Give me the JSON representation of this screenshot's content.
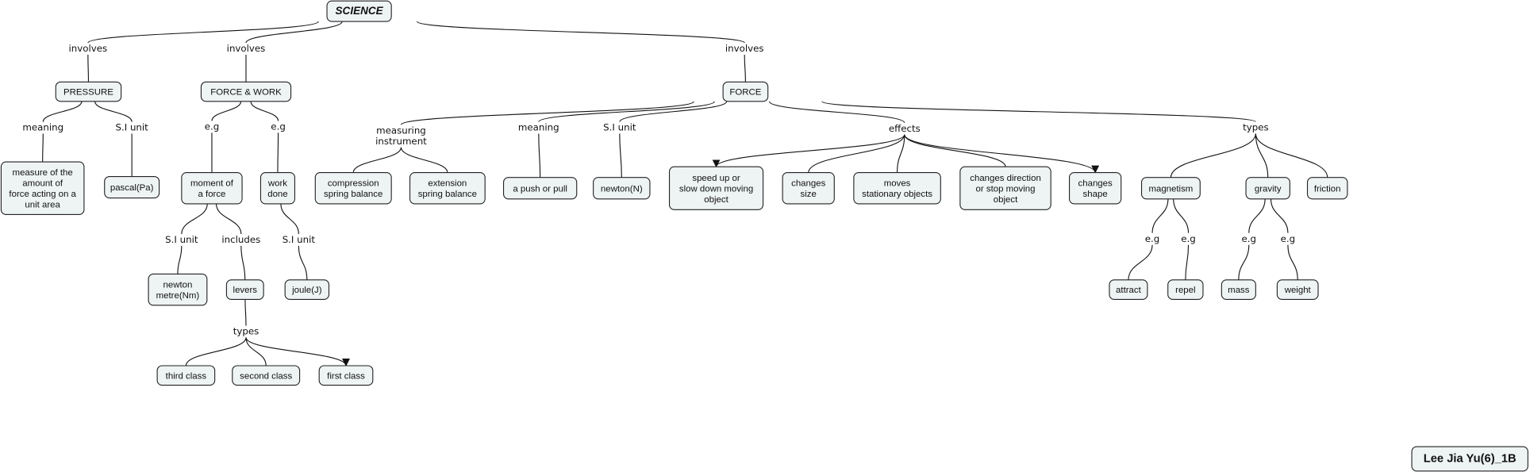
{
  "title": "SCIENCE",
  "author": "Lee Jia Yu(6)_1B",
  "nodes": {
    "science": [
      "SCIENCE"
    ],
    "pressure": [
      "PRESSURE"
    ],
    "forcework": [
      "FORCE & WORK"
    ],
    "force": [
      "FORCE"
    ],
    "pmeaning": [
      "measure of the",
      "amount of",
      "force acting on a",
      "unit area"
    ],
    "pascal": [
      "pascal(Pa)"
    ],
    "moment": [
      "moment of",
      "a force"
    ],
    "work": [
      "work",
      "done"
    ],
    "nm": [
      "newton",
      "metre(Nm)"
    ],
    "levers": [
      "levers"
    ],
    "joule": [
      "joule(J)"
    ],
    "third": [
      "third class"
    ],
    "second": [
      "second class"
    ],
    "first": [
      "first class"
    ],
    "compression": [
      "compression",
      "spring balance"
    ],
    "extension": [
      "extension",
      "spring balance"
    ],
    "push": [
      "a push or pull"
    ],
    "newton": [
      "newton(N)"
    ],
    "speed": [
      "speed up or",
      "slow down moving",
      "object"
    ],
    "size": [
      "changes",
      "size"
    ],
    "moves": [
      "moves",
      "stationary objects"
    ],
    "direction": [
      "changes direction",
      "or stop moving",
      "object"
    ],
    "shape": [
      "changes",
      "shape"
    ],
    "magnetism": [
      "magnetism"
    ],
    "gravity": [
      "gravity"
    ],
    "friction": [
      "friction"
    ],
    "attract": [
      "attract"
    ],
    "repel": [
      "repel"
    ],
    "mass": [
      "mass"
    ],
    "weight": [
      "weight"
    ],
    "author": [
      "Lee Jia Yu(6)_1B"
    ]
  },
  "links": {
    "inv1": [
      "involves"
    ],
    "inv2": [
      "involves"
    ],
    "inv3": [
      "involves"
    ],
    "pmean": [
      "meaning"
    ],
    "psi": [
      "S.I unit"
    ],
    "eg1": [
      "e.g"
    ],
    "eg2": [
      "e.g"
    ],
    "msi": [
      "S.I unit"
    ],
    "incl": [
      "includes"
    ],
    "wsi": [
      "S.I unit"
    ],
    "ltypes": [
      "types"
    ],
    "measuring": [
      "measuring",
      "instrument"
    ],
    "fmean": [
      "meaning"
    ],
    "fsi": [
      "S.I unit"
    ],
    "effects": [
      "effects"
    ],
    "ftypes": [
      "types"
    ],
    "meg1": [
      "e.g"
    ],
    "meg2": [
      "e.g"
    ],
    "geg1": [
      "e.g"
    ],
    "geg2": [
      "e.g"
    ]
  }
}
